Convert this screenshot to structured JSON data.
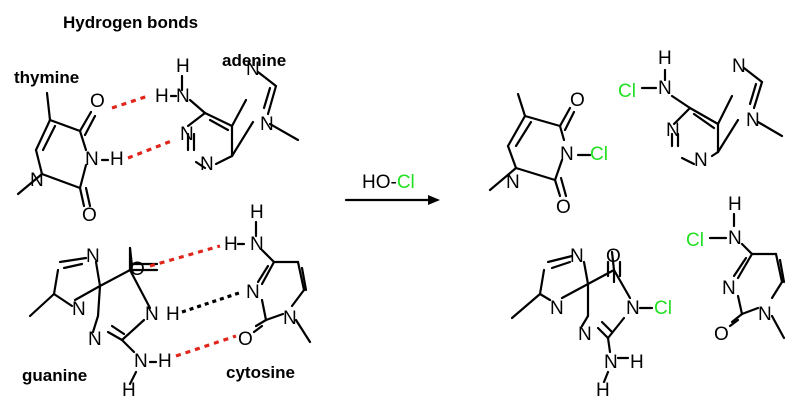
{
  "title": "Hydrogen bonds",
  "labels": {
    "thymine": "thymine",
    "adenine": "adenine",
    "guanine": "guanine",
    "cytosine": "cytosine"
  },
  "reagent": {
    "prefix": "HO-",
    "cl": "Cl"
  },
  "atoms": {
    "N": "N",
    "O": "O",
    "H": "H",
    "Cl": "Cl"
  },
  "colors": {
    "hbond_red": "#e0251b",
    "hbond_black": "#000000",
    "chlorine": "#22e022"
  }
}
